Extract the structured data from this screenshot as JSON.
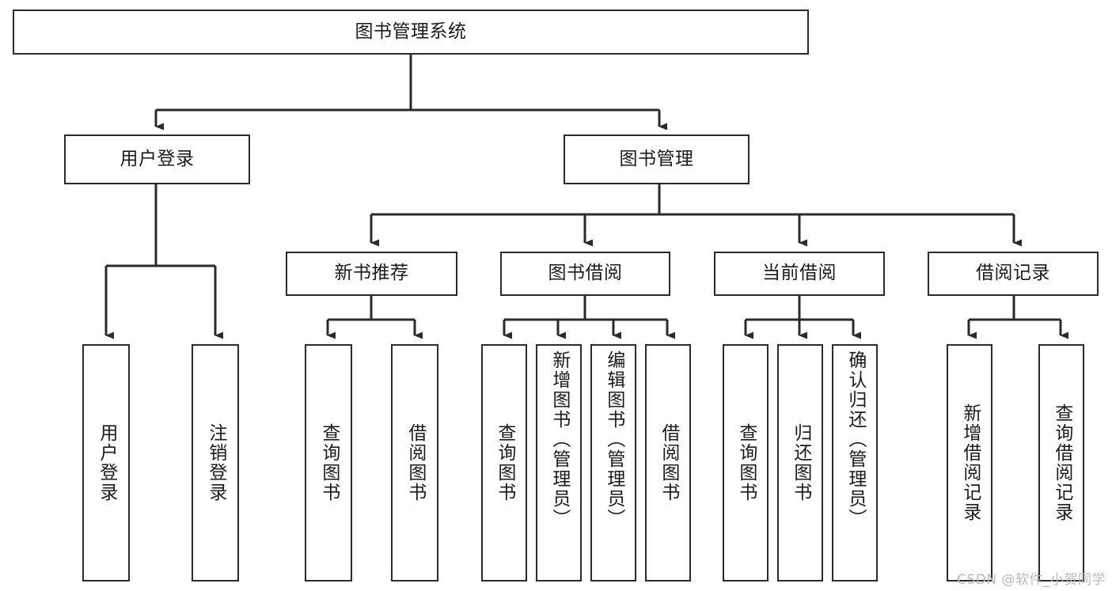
{
  "diagram": {
    "type": "tree",
    "title": "图书管理系统",
    "colors": {
      "stroke": "#2b2b2b",
      "box_fill": "#ffffff",
      "text": "#1b1b1b",
      "watermark": "#b9b9b9",
      "background": "#ffffff"
    },
    "root": {
      "label": "图书管理系统"
    },
    "level2": [
      {
        "label": "用户登录"
      },
      {
        "label": "图书管理"
      }
    ],
    "level3": [
      {
        "label": "新书推荐"
      },
      {
        "label": "图书借阅"
      },
      {
        "label": "当前借阅"
      },
      {
        "label": "借阅记录"
      }
    ],
    "leaves": {
      "user_login": [
        {
          "label": "用户登录"
        },
        {
          "label": "注销登录"
        }
      ],
      "new_book_recommend": [
        {
          "label": "查询图书"
        },
        {
          "label": "借阅图书"
        }
      ],
      "book_borrow": [
        {
          "label": "查询图书"
        },
        {
          "label": "新增图书（管理员）"
        },
        {
          "label": "编辑图书（管理员）"
        },
        {
          "label": "借阅图书"
        }
      ],
      "current_borrow": [
        {
          "label": "查询图书"
        },
        {
          "label": "归还图书"
        },
        {
          "label": "确认归还（管理员）"
        }
      ],
      "borrow_record": [
        {
          "label": "新增借阅记录"
        },
        {
          "label": "查询借阅记录"
        }
      ]
    }
  },
  "watermark": {
    "text": "CSDN @软件_小贺同学"
  }
}
